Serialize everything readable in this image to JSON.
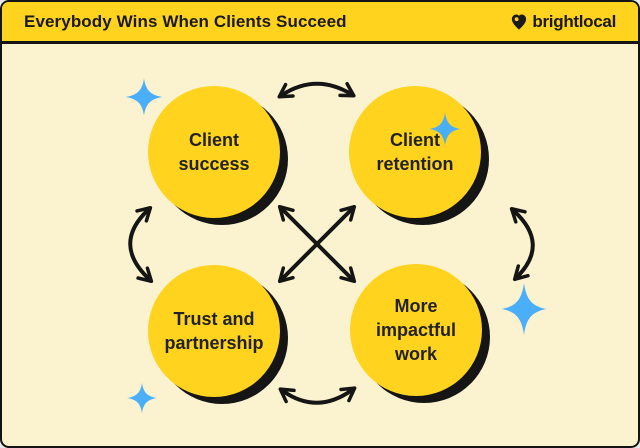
{
  "header": {
    "title": "Everybody Wins When Clients Succeed",
    "brand": "brightlocal"
  },
  "diagram": {
    "type": "cycle-diagram",
    "nodes": [
      {
        "id": "client-success",
        "label": "Client success"
      },
      {
        "id": "client-retention",
        "label": "Client retention"
      },
      {
        "id": "trust-partnership",
        "label": "Trust and partnership"
      },
      {
        "id": "more-impactful-work",
        "label": "More impactful work"
      }
    ],
    "connections": [
      "client-success <-> client-retention",
      "client-success <-> trust-partnership",
      "client-retention <-> more-impactful-work",
      "trust-partnership <-> more-impactful-work",
      "client-success <-> more-impactful-work",
      "client-retention <-> trust-partnership"
    ]
  },
  "icons": {
    "brand_icon": "heart-pin-icon",
    "sparkles": [
      "sparkle-top-left",
      "sparkle-on-client-retention",
      "sparkle-bottom-left",
      "sparkle-right"
    ],
    "arrows": [
      "arrow-top",
      "arrow-left",
      "arrow-right",
      "arrow-bottom",
      "arrow-diagonal-down",
      "arrow-diagonal-up"
    ]
  },
  "colors": {
    "header_yellow": "#FFD31E",
    "circle_yellow": "#FFD31E",
    "background_cream": "#FBF3CF",
    "ink_black": "#151515",
    "sparkle_blue": "#4BAEF8"
  }
}
